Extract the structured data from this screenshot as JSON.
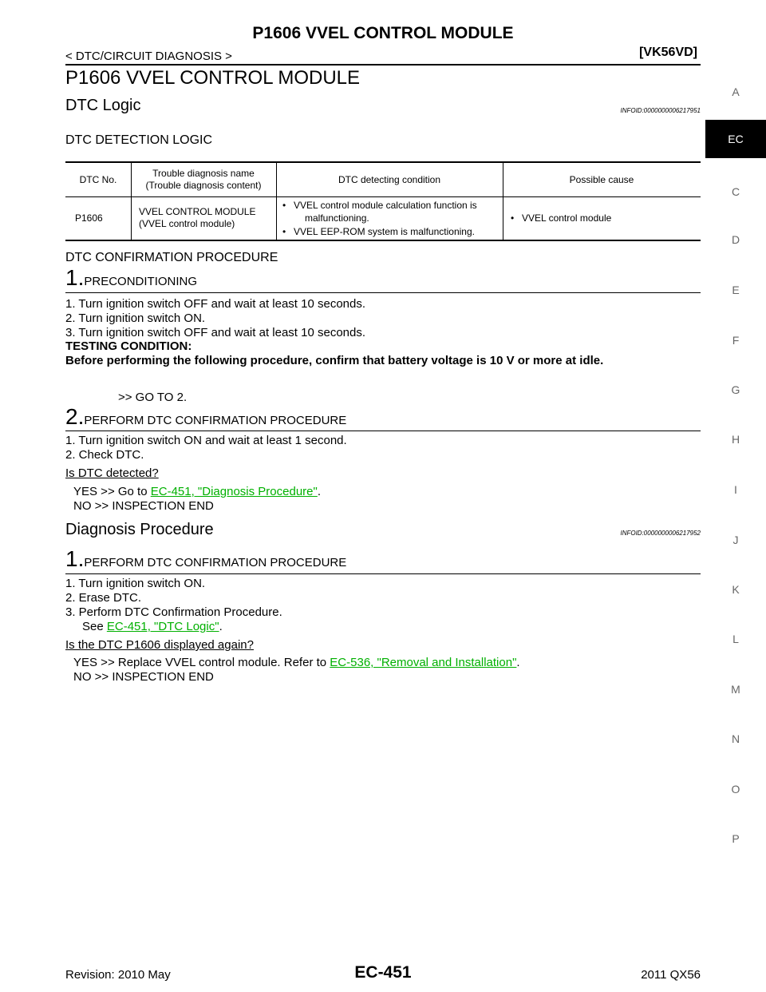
{
  "header": {
    "title": "P1606 VVEL CONTROL MODULE",
    "breadcrumb": "< DTC/CIRCUIT DIAGNOSIS >",
    "engine": "[VK56VD]"
  },
  "page_title": "P1606 VVEL CONTROL MODULE",
  "dtc_logic": {
    "heading": "DTC Logic",
    "infoid": "INFOID:0000000006217951",
    "detection_logic_heading": "DTC DETECTION LOGIC",
    "table": {
      "headers": [
        "DTC No.",
        "Trouble diagnosis name\n(Trouble diagnosis content)",
        "DTC detecting condition",
        "Possible cause"
      ],
      "row": {
        "dtc_no": "P1606",
        "name_line1": "VVEL CONTROL MODULE",
        "name_line2": "(VVEL control module)",
        "condition_1a": "VVEL control module calculation function is",
        "condition_1b": "malfunctioning.",
        "condition_2": "VVEL EEP-ROM system is malfunctioning.",
        "cause": "VVEL control module"
      }
    },
    "confirmation_heading": "DTC CONFIRMATION PROCEDURE",
    "step1": {
      "num": "1.",
      "title": "PRECONDITIONING",
      "items": [
        "1.   Turn ignition switch OFF and wait at least 10 seconds.",
        "2.   Turn ignition switch ON.",
        "3.   Turn ignition switch OFF and wait at least 10 seconds."
      ],
      "testing_label": "TESTING CONDITION:",
      "testing_text": "Before performing the following procedure, confirm that battery voltage is 10 V or more at idle.",
      "goto": ">> GO TO 2."
    },
    "step2": {
      "num": "2.",
      "title": "PERFORM DTC CONFIRMATION PROCEDURE",
      "items": [
        "1.   Turn ignition switch ON and wait at least 1 second.",
        "2.   Check DTC."
      ],
      "question": "Is DTC detected?",
      "yes_prefix": "YES     >> Go to ",
      "yes_link": "EC-451, \"Diagnosis Procedure\"",
      "yes_suffix": ".",
      "no": "NO       >> INSPECTION END"
    }
  },
  "diagnosis": {
    "heading": "Diagnosis Procedure",
    "infoid": "INFOID:0000000006217952",
    "step1": {
      "num": "1.",
      "title": "PERFORM DTC CONFIRMATION PROCEDURE",
      "items": [
        "1.   Turn ignition switch ON.",
        "2.   Erase DTC.",
        "3.   Perform DTC Confirmation Procedure."
      ],
      "see_prefix": "See ",
      "see_link": "EC-451, \"DTC Logic\"",
      "see_suffix": ".",
      "question": "Is the DTC P1606 displayed again?",
      "yes_prefix": "YES     >> Replace VVEL control module. Refer to ",
      "yes_link": "EC-536, \"Removal and Installation\"",
      "yes_suffix": ".",
      "no": "NO       >> INSPECTION END"
    }
  },
  "side_tabs": [
    "A",
    "EC",
    "C",
    "D",
    "E",
    "F",
    "G",
    "H",
    "I",
    "J",
    "K",
    "L",
    "M",
    "N",
    "O",
    "P"
  ],
  "active_tab": "EC",
  "footer": {
    "revision": "Revision: 2010 May",
    "page": "EC-451",
    "model": "2011 QX56"
  }
}
